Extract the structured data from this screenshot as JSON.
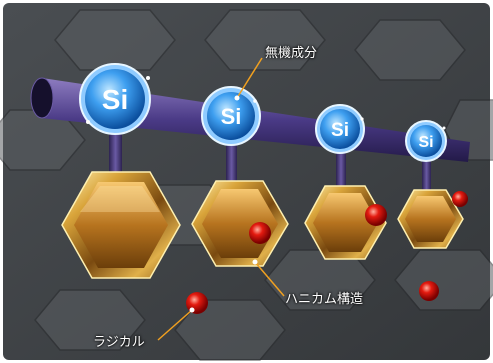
{
  "labels": {
    "inorganic": "無機成分",
    "honeycomb": "ハニカム構造",
    "radical": "ラジカル"
  },
  "molecule_symbol": "Si"
}
